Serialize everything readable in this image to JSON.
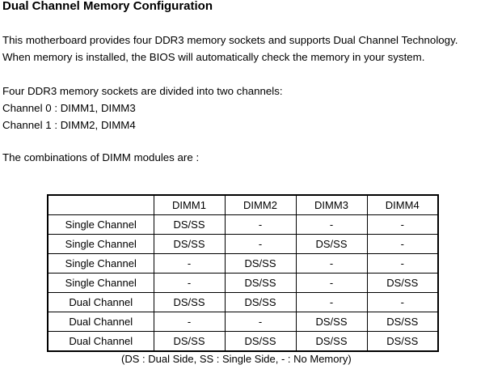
{
  "title": "Dual Channel Memory Configuration",
  "intro": {
    "line1": "This motherboard provides four DDR3 memory sockets and supports Dual Channel Technology.",
    "line2": "When memory is installed, the BIOS will automatically check the memory in your system."
  },
  "channels": {
    "line1": "Four DDR3 memory sockets are divided into two channels:",
    "line2": "Channel 0 : DIMM1, DIMM3",
    "line3": "Channel 1 : DIMM2, DIMM4"
  },
  "combinations_intro": "The combinations of DIMM modules are :",
  "table": {
    "headers": [
      "",
      "DIMM1",
      "DIMM2",
      "DIMM3",
      "DIMM4"
    ],
    "rows": [
      [
        "Single Channel",
        "DS/SS",
        "-",
        "-",
        "-"
      ],
      [
        "Single Channel",
        "DS/SS",
        "-",
        "DS/SS",
        "-"
      ],
      [
        "Single Channel",
        "-",
        "DS/SS",
        "-",
        "-"
      ],
      [
        "Single Channel",
        "-",
        "DS/SS",
        "-",
        "DS/SS"
      ],
      [
        "Dual Channel",
        "DS/SS",
        "DS/SS",
        "-",
        "-"
      ],
      [
        "Dual Channel",
        "-",
        "-",
        "DS/SS",
        "DS/SS"
      ],
      [
        "Dual Channel",
        "DS/SS",
        "DS/SS",
        "DS/SS",
        "DS/SS"
      ]
    ]
  },
  "legend": "(DS : Dual Side, SS : Single Side, - : No Memory)"
}
